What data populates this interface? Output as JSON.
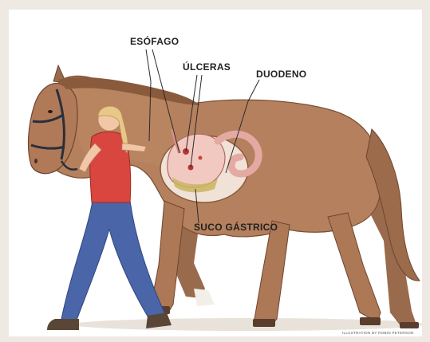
{
  "labels": {
    "esophagus": "ESÓFAGO",
    "ulcers": "ÚLCERAS",
    "duodenum": "DUODENO",
    "gastric_juice": "SUCO GÁSTRICO"
  },
  "credit": "ILLUSTRATION BY ROBIN PETERSON",
  "colors": {
    "horse_coat": "#b5805e",
    "mane": "#8a5a3c",
    "shirt": "#d8463f",
    "jeans": "#4a66a8",
    "hair": "#e8c888",
    "stomach": "#f2c9c0",
    "ulcer": "#b8362f",
    "acid": "#c9b560",
    "label_text": "#222222"
  }
}
